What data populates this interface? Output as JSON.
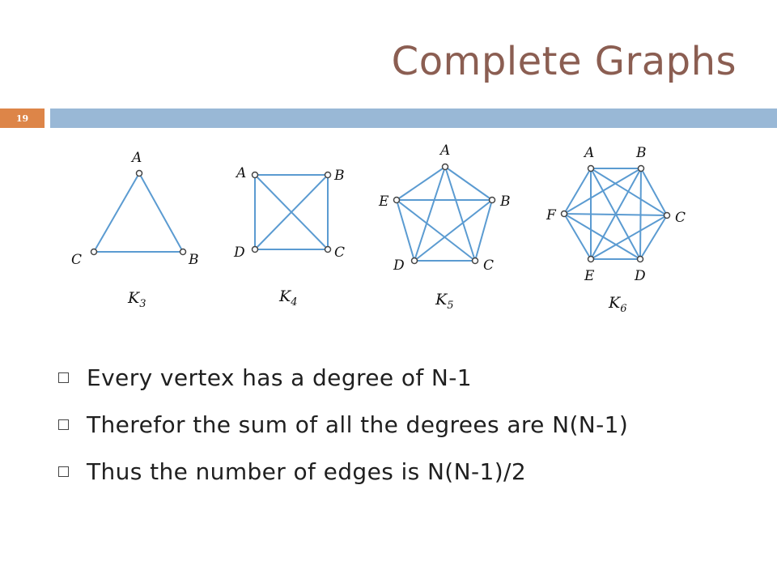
{
  "slide": {
    "title": "Complete Graphs",
    "number": "19"
  },
  "graphs": [
    {
      "name": "K3",
      "subscript": "3",
      "labels": [
        "A",
        "B",
        "C"
      ]
    },
    {
      "name": "K4",
      "subscript": "4",
      "labels": [
        "A",
        "B",
        "C",
        "D"
      ]
    },
    {
      "name": "K5",
      "subscript": "5",
      "labels": [
        "A",
        "B",
        "C",
        "D",
        "E"
      ]
    },
    {
      "name": "K6",
      "subscript": "6",
      "labels": [
        "A",
        "B",
        "C",
        "D",
        "E",
        "F"
      ]
    }
  ],
  "bullets": [
    "Every vertex has a degree of N-1",
    "Therefor the sum of all the degrees are N(N-1)",
    "Thus the number of edges is N(N-1)/2"
  ]
}
